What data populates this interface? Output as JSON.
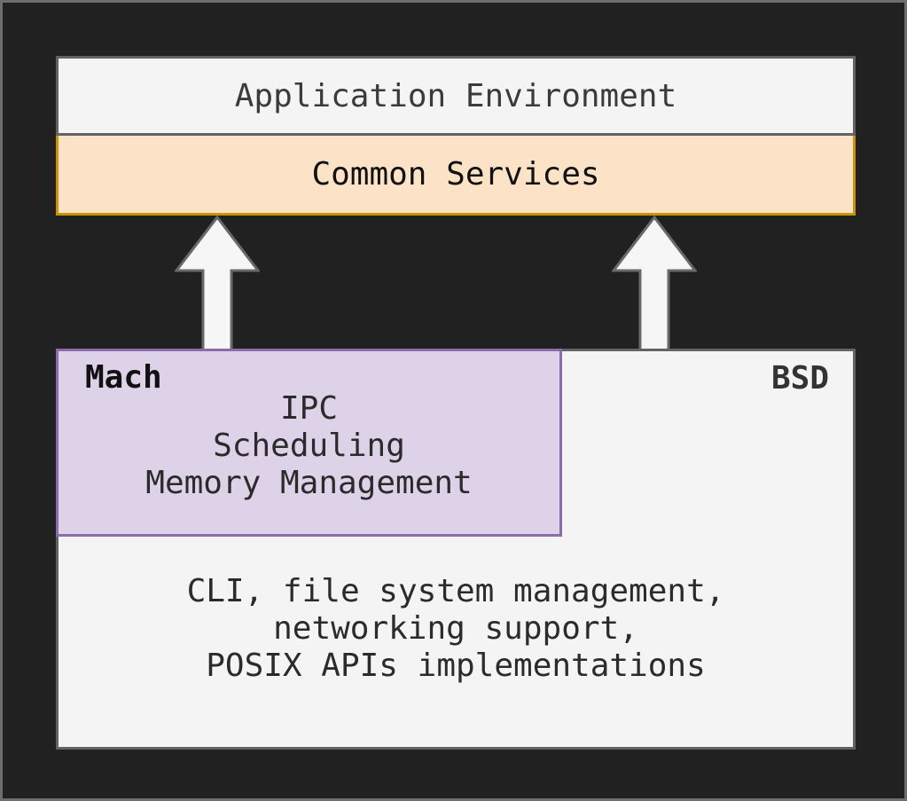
{
  "colors": {
    "background": "#212121",
    "frame_border": "#6e6e6e",
    "panel_fill": "#f4f4f4",
    "panel_border": "#636363",
    "services_fill": "#fce3c7",
    "services_border": "#c99508",
    "mach_fill": "#ddd2e7",
    "mach_border": "#8c6bab",
    "arrow_fill": "#f6f6f6",
    "arrow_stroke": "#696969",
    "text_dark": "#3b3b3b",
    "text_black": "#111111",
    "text_bold": "#333333",
    "text_body": "#2b2b2b"
  },
  "layers": {
    "application_environment": {
      "label": "Application Environment"
    },
    "common_services": {
      "label": "Common Services"
    },
    "kernel": {
      "mach": {
        "label": "Mach",
        "components": [
          "IPC",
          "Scheduling",
          "Memory Management"
        ]
      },
      "bsd": {
        "label": "BSD",
        "components": [
          "CLI, file system management,",
          "networking support,",
          "POSIX APIs implementations"
        ]
      }
    }
  },
  "arrows": [
    {
      "from": "Mach",
      "to": "Common Services",
      "direction": "up"
    },
    {
      "from": "BSD",
      "to": "Common Services",
      "direction": "up"
    }
  ]
}
